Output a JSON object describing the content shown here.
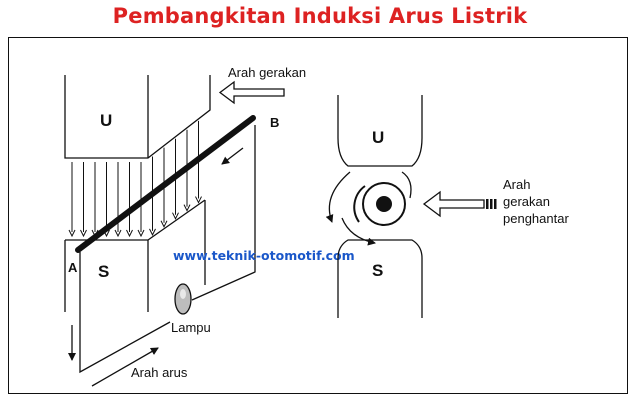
{
  "title": "Pembangkitan Induksi Arus Listrik",
  "watermark": "www.teknik-otomotif.com",
  "left_diagram": {
    "pole_north": "U",
    "pole_south": "S",
    "end_a": "A",
    "end_b": "B",
    "motion_label": "Arah gerakan",
    "lamp_label": "Lampu",
    "current_label": "Arah arus"
  },
  "right_diagram": {
    "pole_north": "U",
    "pole_south": "S",
    "motion_label_lines": [
      "Arah",
      "gerakan",
      "penghantar"
    ]
  }
}
